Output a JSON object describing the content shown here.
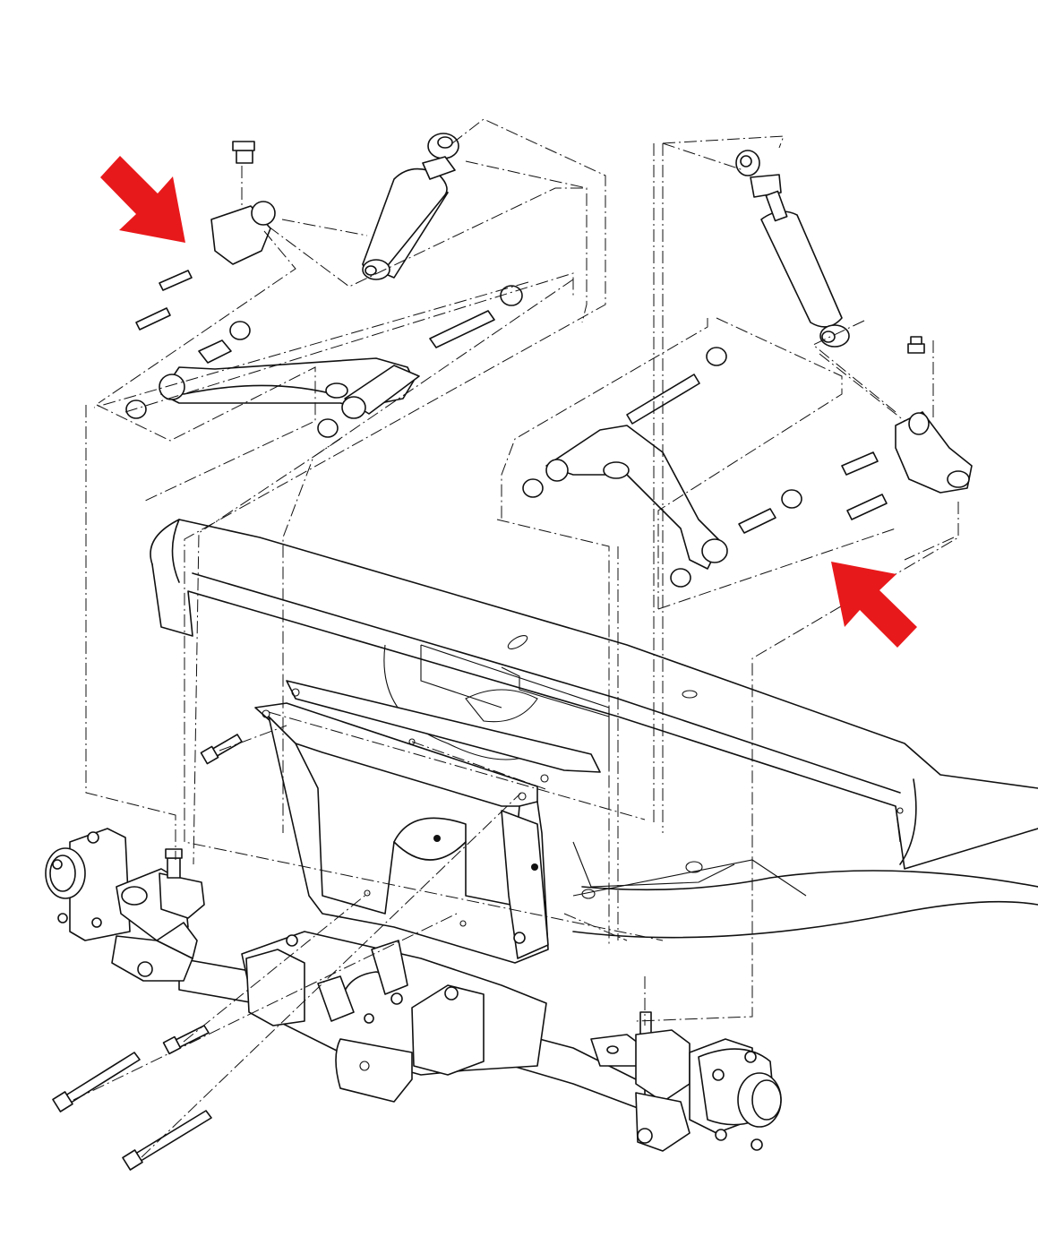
{
  "diagram": {
    "type": "exploded-parts-diagram",
    "components": [
      "front-left-upper-control-arm",
      "front-left-shock-absorber",
      "front-right-upper-control-arm",
      "front-right-shock-absorber",
      "suspension-mounting-bracket",
      "front-axle-beam",
      "left-spindle-hub",
      "right-spindle-hub",
      "vehicle-frame"
    ],
    "callouts": [
      {
        "name": "arrow-upper-left",
        "color": "#e8191b",
        "points_to": "front-left-upper-control-arm-mount"
      },
      {
        "name": "arrow-lower-right",
        "color": "#e8191b",
        "points_to": "front-right-upper-control-arm-mount"
      }
    ],
    "colors": {
      "line": "#111111",
      "background": "#ffffff",
      "arrow": "#e8191b"
    }
  }
}
